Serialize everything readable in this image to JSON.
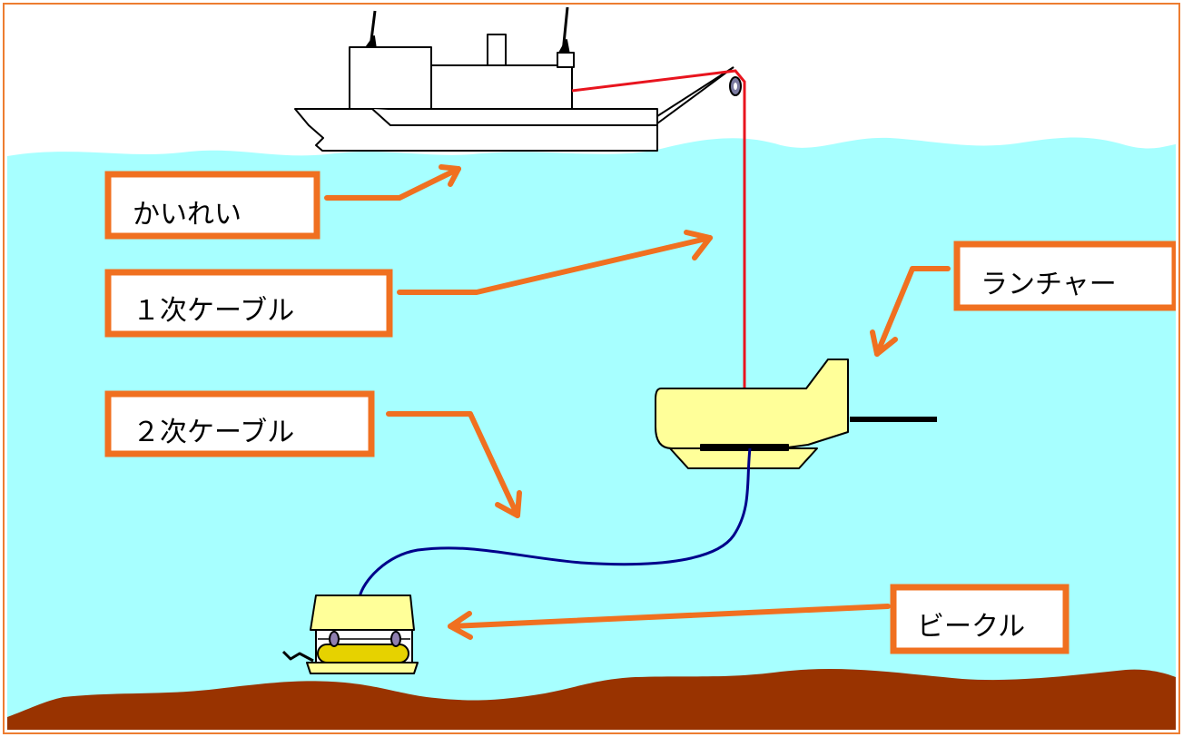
{
  "colors": {
    "frame": "#ED7D31",
    "sky": "#FFFFFF",
    "water": "#A7FFFF",
    "seabed": "#993300",
    "callout": "#F07020",
    "primary_cable": "#E8141E",
    "secondary_cable": "#00008B",
    "equipment": "#FFFF99",
    "vehicle_float": "#E6D200",
    "ship": "#FFFFFF",
    "outline": "#000000"
  },
  "labels": {
    "ship": "かいれい",
    "primary_cable": "１次ケーブル",
    "secondary_cable": "２次ケーブル",
    "launcher": "ランチャー",
    "vehicle": "ビークル"
  },
  "icons": [
    "ship-icon",
    "launcher-icon",
    "vehicle-icon",
    "winch-pulley-icon"
  ]
}
